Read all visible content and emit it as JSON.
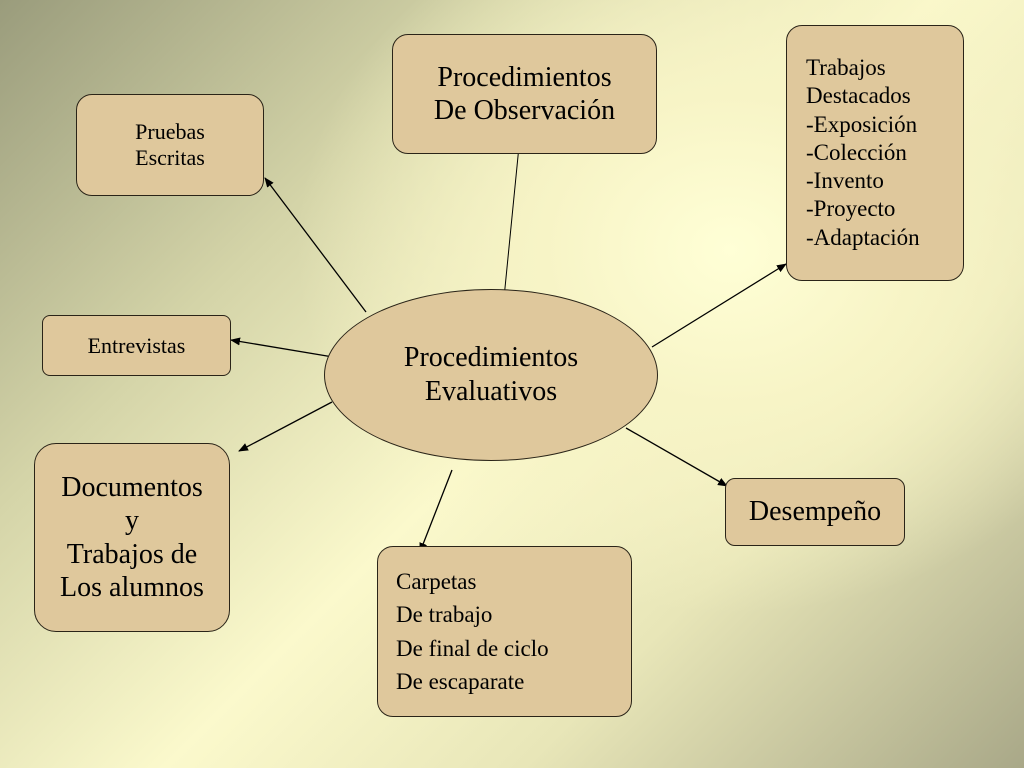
{
  "diagram": {
    "center": {
      "lines": [
        "Procedimientos",
        "Evaluativos"
      ]
    },
    "nodes": {
      "pruebas": {
        "lines": [
          "Pruebas",
          "Escritas"
        ]
      },
      "observacion": {
        "lines": [
          "Procedimientos",
          "De Observación"
        ]
      },
      "trabajos": {
        "lines": [
          "Trabajos",
          "Destacados",
          "-Exposición",
          "-Colección",
          "-Invento",
          "-Proyecto",
          "-Adaptación"
        ]
      },
      "entrevistas": {
        "lines": [
          "Entrevistas"
        ]
      },
      "documentos": {
        "lines": [
          "Documentos",
          "y",
          "Trabajos de",
          "Los alumnos"
        ]
      },
      "carpetas": {
        "lines": [
          "Carpetas",
          "De trabajo",
          "De final de ciclo",
          "De escaparate"
        ]
      },
      "desempeno": {
        "lines": [
          "Desempeño"
        ]
      }
    }
  }
}
